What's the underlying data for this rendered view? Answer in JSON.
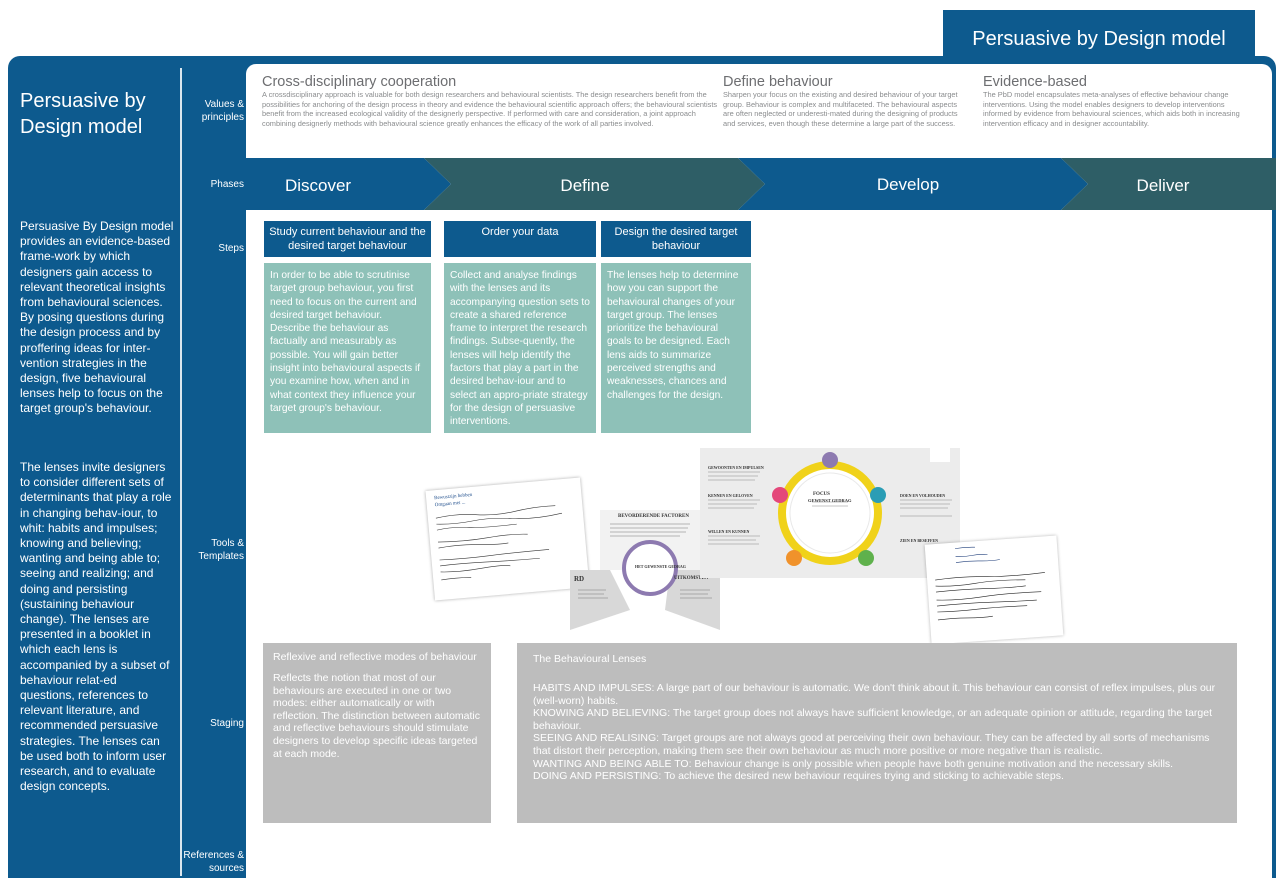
{
  "header_tab": "Persuasive by Design model",
  "sidebar": {
    "title": "Persuasive by Design model",
    "para1": "Persuasive By Design model provides an evidence-based frame-work by which designers gain access to relevant theoretical insights from behavioural sciences. By posing questions during the design process and by proffering ideas for inter-vention strategies in the design, five behavioural lenses help to focus on the target group's behaviour.",
    "para2": "The lenses invite designers to consider different sets of determinants that play a role in changing behav-iour, to whit: habits and impulses; knowing and believing; wanting and being able to; seeing and realizing; and doing and persisting (sustaining behaviour change). The lenses are presented in a booklet in which each lens is accompanied by a subset of behaviour relat-ed questions, references to relevant literature, and recommended persuasive strategies. The lenses can be used both to inform user research, and to evaluate design concepts."
  },
  "row_labels": {
    "values": "Values & principles",
    "phases": "Phases",
    "steps": "Steps",
    "tools": "Tools & Templates",
    "staging": "Staging",
    "references": "References & sources"
  },
  "values": [
    {
      "title": "Cross-disciplinary cooperation",
      "text": "A crossdisciplinary approach is valuable for both design researchers and behavioural scientists. The design researchers benefit from the possibilities for anchoring of the design process in theory and evidence the behavioural scientific approach offers; the behavioural scientists benefit from the increased ecological validity of the designerly perspective. If performed with care and consideration, a joint approach combining designerly methods with behavioural science greatly enhances the efficacy of the work of all parties involved."
    },
    {
      "title": "Define behaviour",
      "text": "Sharpen your focus on the existing and desired behaviour of your target group. Behaviour is complex and multifaceted. The behavioural aspects are often neglected or underesti-mated during the designing of products and services, even though these determine a large part of the success."
    },
    {
      "title": "Evidence-based",
      "text": "The PbD model encapsulates meta-analyses of effective behaviour change interventions. Using the model enables designers to develop interventions informed by evidence from behavioural sciences, which aids both in increasing intervention efficacy and in designer accountability."
    }
  ],
  "phases": [
    "Discover",
    "Define",
    "Develop",
    "Deliver"
  ],
  "steps": [
    {
      "title": "Study current behaviour and the desired target behaviour",
      "text": "In order to be able to scrutinise target group behaviour, you first need to focus on the current and desired target behaviour. Describe the behaviour as factually and measurably as possible. You will gain better insight into behavioural aspects if you examine how, when and in what context they influence your target group's behaviour."
    },
    {
      "title": "Order your data",
      "text": "Collect and analyse findings with the lenses and its accompanying question sets to create a shared reference frame to interpret the research findings. Subse-quently, the lenses will help identify the factors that play a part in the desired behav-iour and to select an appro-priate strategy for the design of persuasive interventions."
    },
    {
      "title": "Design the desired target behaviour",
      "text": "The lenses help to determine how you can support the behavioural changes of your target group. The lenses prioritize the behavioural goals to be designed. Each lens aids to summarize perceived strengths and weaknesses, chances and challenges for the design."
    }
  ],
  "staging": {
    "left_title": "Reflexive and reflective modes of behaviour",
    "left_text": "Reflects the notion that most of our behaviours are executed in one or two modes: either automatically or with reflection. The distinction between automatic and reflective behaviours should stimulate designers to develop specific ideas targeted at each mode.",
    "right_title": "The Behavioural Lenses",
    "lenses": [
      "HABITS AND IMPULSES: A large part of our behaviour is automatic. We don't think about it. This behaviour can consist of reflex impulses, plus our (well-worn) habits.",
      "KNOWING AND BELIEVING: The target group does not always have sufficient knowledge, or an adequate opinion or attitude, regarding the target behaviour.",
      "SEEING AND REALISING: Target groups are not always good at perceiving their own behaviour. They can be affected by all sorts of mechanisms that distort their perception, making them see their own behaviour as much more positive or more negative than is realistic.",
      "WANTING AND BEING ABLE TO: Behaviour change is only possible when people have both genuine motivation and the necessary skills.",
      "DOING AND PERSISTING: To achieve the desired new behaviour requires trying and sticking to achievable steps."
    ]
  },
  "tools": {
    "center_heading": "FOCUS",
    "center_sub": "GEWENST GEDRAG",
    "small_center": "HET GEWENSTE GEDRAG",
    "left_note_1": "Bewustzijn hebben",
    "left_note_2": "Omgaan met ...",
    "label_rd": "RD",
    "label_uitkomsten": "UITKOMSTEN",
    "label_bevorderende": "BEVORDERENDE FACTOREN",
    "label_gewoonten": "GEWOONTEN EN IMPULSEN",
    "label_kennen": "KENNEN EN GELOVEN",
    "label_weten": "WILLEN EN KUNNEN",
    "label_zien": "ZIEN EN BESEFFEN",
    "label_doen": "DOEN EN VOLHOUDEN"
  },
  "colors": {
    "brand_blue": "#0d5a8e",
    "phase_teal": "#2e5e66",
    "step_body": "#8ec1b8",
    "staging_grey": "#bdbdbd",
    "ring_yellow": "#f0d21a"
  }
}
